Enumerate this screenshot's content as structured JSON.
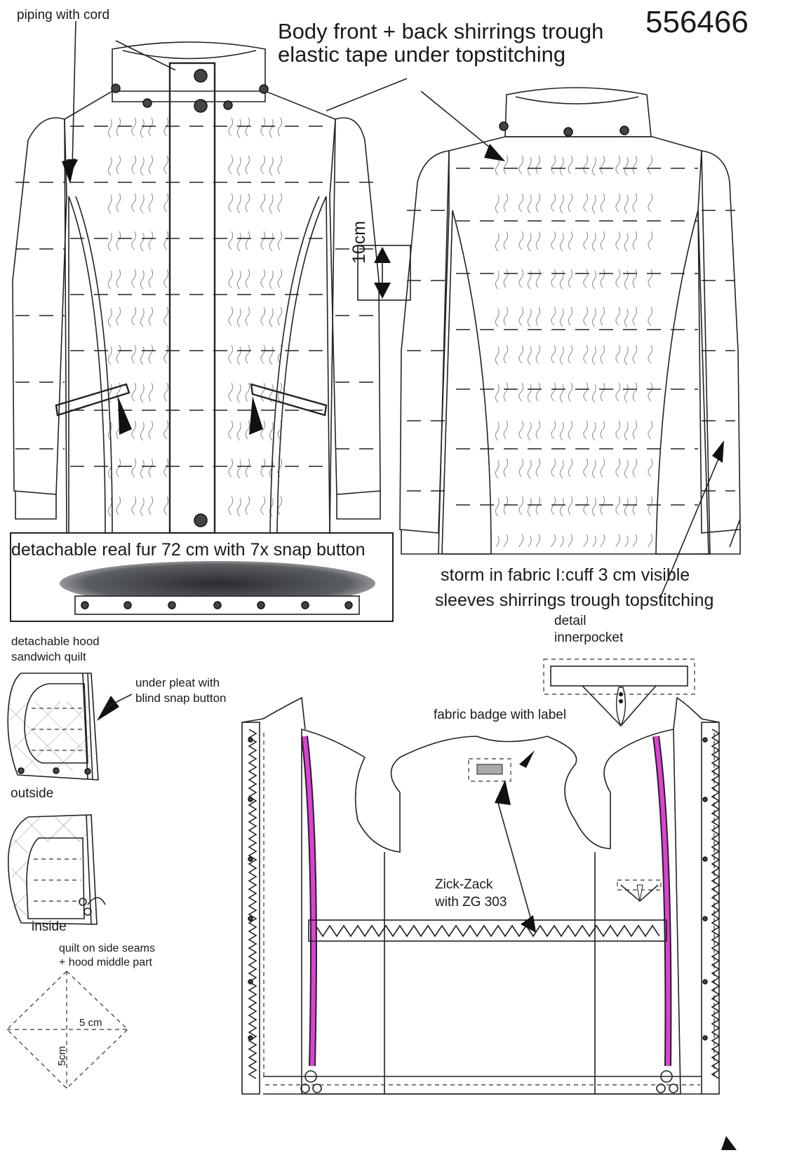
{
  "sheet": {
    "style_number": "556466"
  },
  "labels": {
    "piping": "piping with cord",
    "shirrings_line1": "Body front + back shirrings trough",
    "shirrings_line2": "elastic tape under topstitching",
    "measure_10cm": "10cm",
    "fur": "detachable real fur 72 cm with 7x snap button",
    "storm_cuff": "storm in fabric I:cuff 3 cm visible",
    "sleeves_shirrings": "sleeves shirrings trough topstitching",
    "detail_line1": "detail",
    "detail_line2": "innerpocket",
    "hood_line1": "detachable hood",
    "hood_line2": "sandwich quilt",
    "pleat_line1": "under pleat with",
    "pleat_line2": "blind snap button",
    "outside": "outside",
    "inside": "inside",
    "badge": "fabric badge with label",
    "zick_line1": "Zick-Zack",
    "zick_line2": "with ZG 303",
    "quilt_line1": "quilt on side seams",
    "quilt_line2": "+ hood middle part",
    "dim_5cm_h": "5 cm",
    "dim_5cm_v": "5cm"
  },
  "colors": {
    "line": "#222222",
    "piping_accent": "#e040d8",
    "fur": "#4a4d52"
  }
}
